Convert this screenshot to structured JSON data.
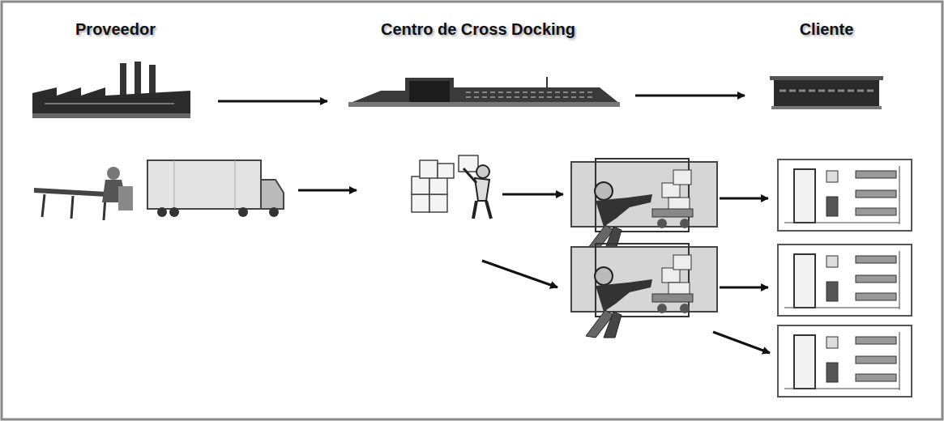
{
  "diagram": {
    "nodes": [
      {
        "text": [
          "Proveedor"
        ]
      },
      {
        "text": [
          "Centro de Cross Docking"
        ]
      },
      {
        "text": [
          "Cliente"
        ]
      }
    ],
    "edges": [
      {
        "from": 0,
        "to": 1,
        "arrow": "to"
      },
      {
        "from": 1,
        "to": 2,
        "arrow": "to"
      }
    ]
  }
}
